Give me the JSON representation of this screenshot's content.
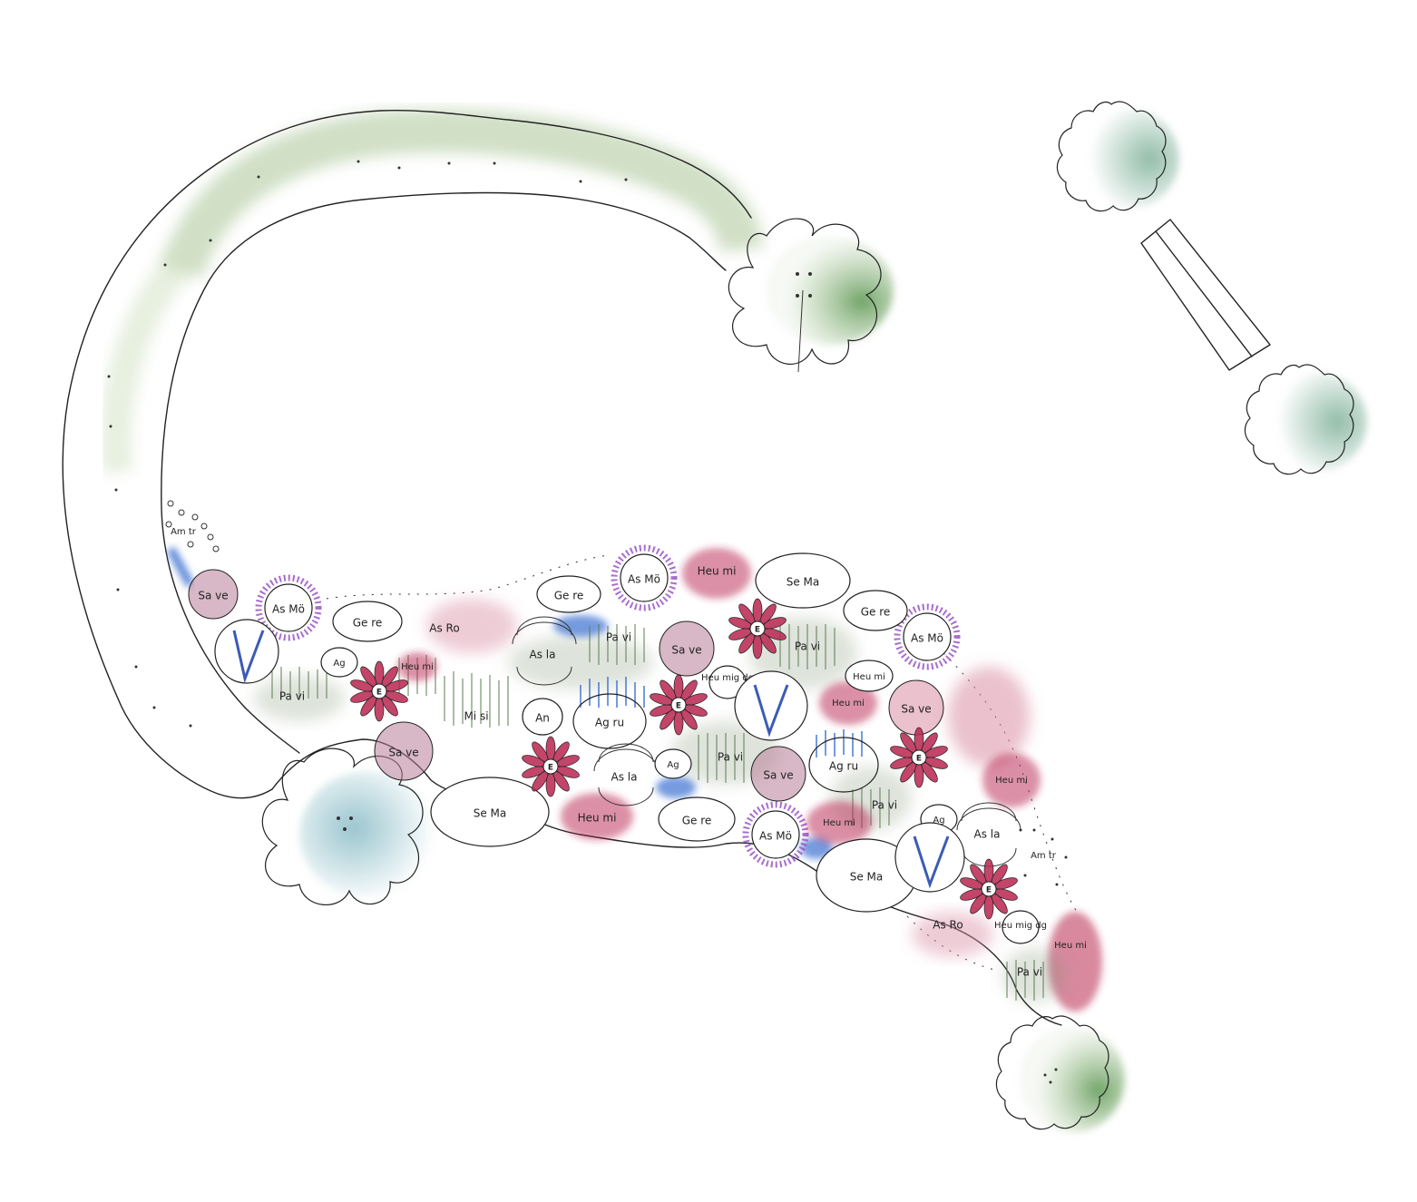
{
  "colors": {
    "green_wash": "#a9c597",
    "blue_wash": "#8fbfc9",
    "sage_wash": "#7fb19a",
    "pink_wash": "#d98ea3",
    "mauve_wash": "#b87d98",
    "crimson": "#b8254f",
    "purple": "#9a55c4",
    "blue_mark": "#3b6fd1",
    "grass": "#5e7a55"
  },
  "icons": [
    "tree-canopy-icon",
    "lady-mantle-leaf-icon",
    "bench-icon",
    "flower-icon",
    "grass-tuft-icon"
  ],
  "plants": {
    "am_tr": "Am tr",
    "sa_ve": "Sa ve",
    "as_mo": "As Mö",
    "ge_re": "Ge re",
    "as_ro": "As Ro",
    "heu_mi": "Heu mi",
    "se_ma": "Se Ma",
    "pa_vi": "Pa vi",
    "as_la": "As la",
    "mi_si": "Mi si",
    "ag_ru": "Ag ru",
    "an": "An",
    "ag": "Ag",
    "e": "E",
    "v": "V",
    "heu_mig_dg": "Heu mig dg"
  }
}
